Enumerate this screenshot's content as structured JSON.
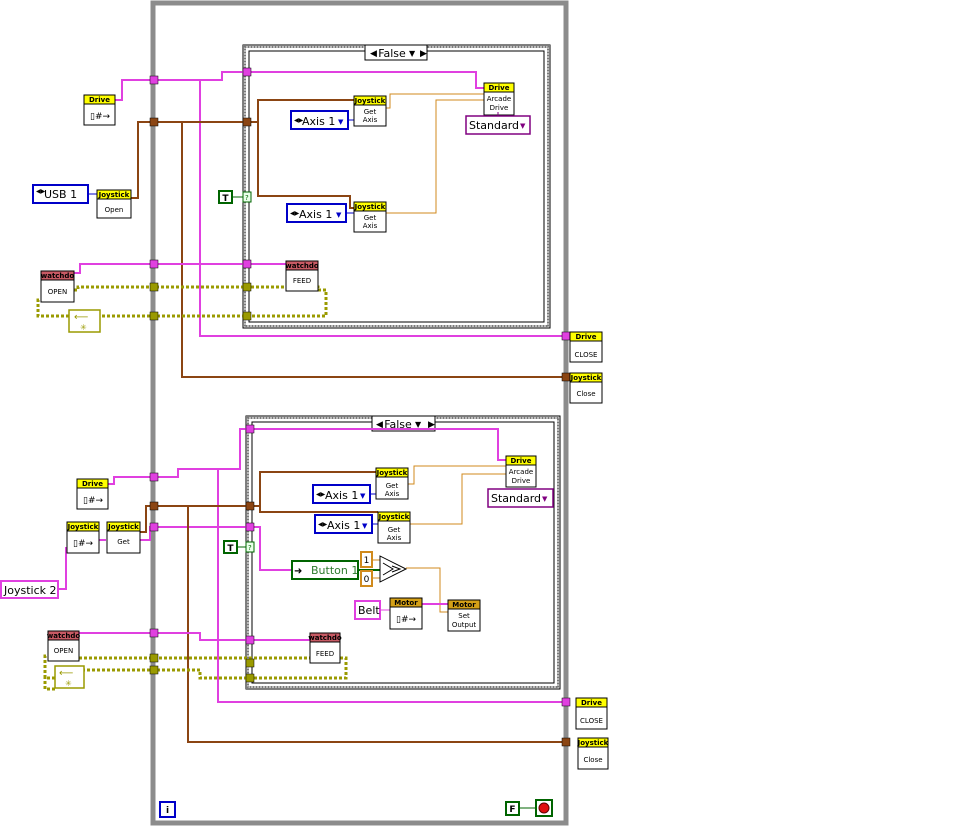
{
  "labels": {
    "case_selector_top": "False",
    "case_selector_bottom": "False",
    "drive": "Drive",
    "joystick": "Joystick",
    "watchdog": "watchdo",
    "motor": "Motor",
    "open": "Open",
    "open_caps": "OPEN",
    "close": "Close",
    "close_caps": "CLOSE",
    "feed": "FEED",
    "get": "Get",
    "get_axis_1": "Get",
    "get_axis_2": "Axis",
    "arcade_1": "Arcade",
    "arcade_2": "Drive",
    "set_output_1": "Set",
    "set_output_2": "Output",
    "axis_1": "Axis 1",
    "usb_1": "USB 1",
    "standard": "Standard",
    "joystick_2": "Joystick 2",
    "button_1": "Button 1",
    "belt": "Belt",
    "one": "1",
    "zero": "0",
    "true_const": "T",
    "false_const": "F",
    "info_terminal": "i"
  },
  "colors": {
    "refnum_wire": "#e040e0",
    "cluster_wire": "#8b4513",
    "numeric_wire": "#d08a1c",
    "error_wire": "#9a9a00",
    "header_yellow": "#ffff00",
    "watchdog_header": "#c85a64",
    "motor_header": "#d4a017",
    "enum_blue": "#0000c8",
    "boolean_green": "#006400",
    "loop_frame": "#8c8c8c"
  }
}
